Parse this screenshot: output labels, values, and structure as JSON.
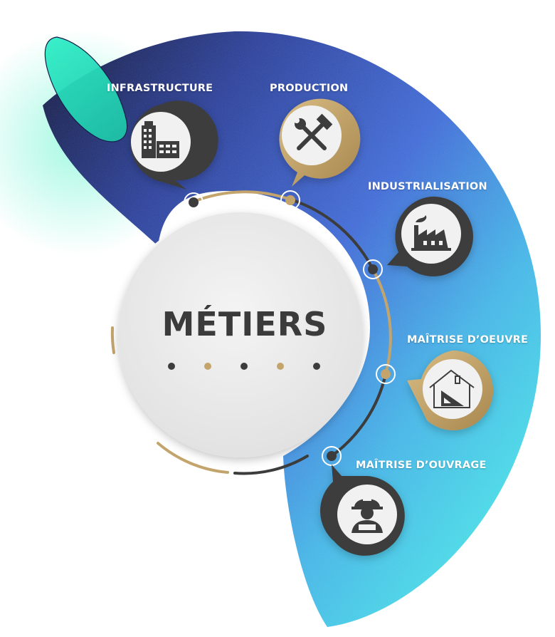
{
  "title": "MÉTIERS",
  "colors": {
    "gold": "#c3a46c",
    "dark": "#3c3c3c",
    "navy": "#1c2a63",
    "blue": "#3f62d4",
    "cyan": "#46d6e4",
    "mint": "#2fe3c4"
  },
  "items": [
    {
      "label": "INFRASTRUCTURE",
      "icon": "buildings-icon",
      "tone": "dark"
    },
    {
      "label": "PRODUCTION",
      "icon": "hammer-wrench-icon",
      "tone": "gold"
    },
    {
      "label": "INDUSTRIALISATION",
      "icon": "factory-icon",
      "tone": "dark"
    },
    {
      "label": "MAÎTRISE D’OEUVRE",
      "icon": "house-set-square-icon",
      "tone": "gold"
    },
    {
      "label": "MAÎTRISE D’OUVRAGE",
      "icon": "worker-helmet-icon",
      "tone": "dark"
    }
  ],
  "dots": [
    "dark",
    "gold",
    "dark",
    "gold",
    "dark"
  ]
}
